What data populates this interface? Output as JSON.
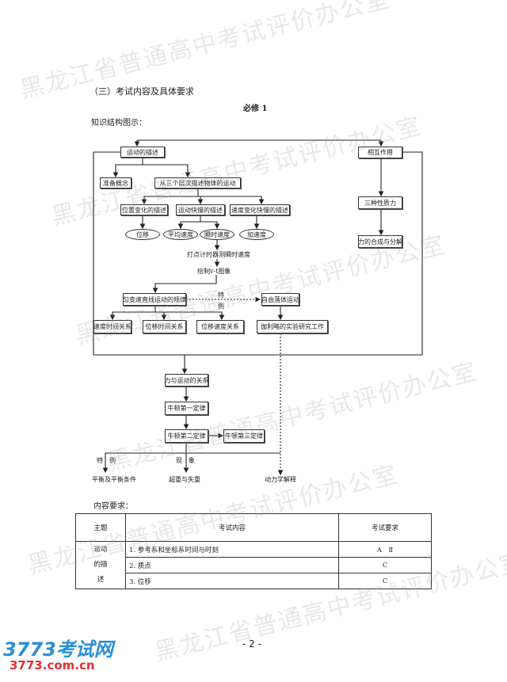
{
  "section_title": "（三）考试内容及具体要求",
  "module": "必修 1",
  "diagram_caption": "知识结构图示：",
  "diagram": {
    "motion_desc": "运动的描述",
    "interaction": "相互作用",
    "prep": "准备概念",
    "three_levels": "从三个层次描述物体的运动",
    "pos_change": "位置变化的描述",
    "speed_desc": "运动快慢的描述",
    "vel_change": "速度变化快慢的描述",
    "displacement": "位移",
    "avg_v": "平均速度",
    "inst_v": "瞬时速度",
    "accel": "加速度",
    "timer": "打点计时器测瞬时速度",
    "vt": "绘制v-t图象",
    "uniform": "匀变速直线运动的规律",
    "special1": "特",
    "special2": "例",
    "freefall": "自由落体运动",
    "vt_rel": "速度时间关系",
    "xt_rel": "位移时间关系",
    "xv_rel": "位移速度关系",
    "galileo": "伽利略的实验研究工作",
    "three_forces": "三种性质力",
    "compose": "力的合成与分解",
    "force_motion": "力与运动的关系",
    "newton1": "牛顿第一定律",
    "newton2": "牛顿第二定律",
    "newton3": "牛顿第三定律",
    "case_label": "特　例",
    "phenom_label": "现　象",
    "equilibrium": "平衡及平衡条件",
    "overweight": "超重与失重",
    "dynamics": "动力学解释"
  },
  "requirements_caption": "内容要求：",
  "table": {
    "headers": [
      "主题",
      "考试内容",
      "考试要求"
    ],
    "topic": [
      "运动",
      "的描",
      "述"
    ],
    "rows": [
      [
        "1. 参考系和坐标系时间与时刻",
        "A　Ⅱ"
      ],
      [
        "2. 质点",
        "C"
      ],
      [
        "3. 位移",
        "C"
      ]
    ]
  },
  "page_number": "- 2 -",
  "logo": {
    "main": "3773考试网",
    "sub": "3773.com.cn"
  },
  "watermark": "黑龙江省普通高中考试评价办公室",
  "colors": {
    "logo_blue": "#2a8fd8",
    "logo_red": "#e03030"
  }
}
